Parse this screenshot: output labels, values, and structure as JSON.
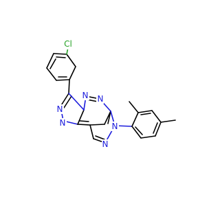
{
  "molecule": {
    "atoms": {
      "cl": "Cl",
      "n_triazole_top": "N",
      "n_triazole_left1": "N",
      "n_triazole_left2": "N",
      "n_pyrimidine": "N",
      "n_pyrazole_aryl": "N",
      "n_pyrazole_bottom": "N"
    },
    "colors": {
      "nitrogen": "#1a1adc",
      "chlorine": "#27a327",
      "carbon_bond": "#000000",
      "background": "#ffffff"
    }
  }
}
